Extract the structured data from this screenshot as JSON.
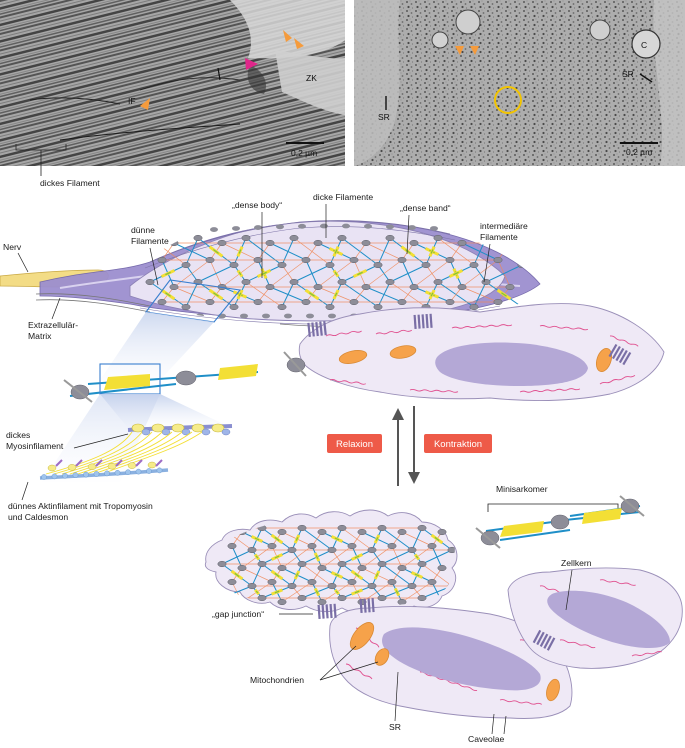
{
  "micrographs": {
    "left": {
      "labels": {
        "zk": "ZK",
        "if": "IF",
        "scale": "0,2 µm"
      }
    },
    "right": {
      "labels": {
        "c": "C",
        "sr_left": "SR",
        "sr_right": "SR",
        "scale": "0,2 µm"
      }
    }
  },
  "labels": {
    "dickes_filament": "dickes Filament",
    "nerv": "Nerv",
    "extrazellulaer_1": "Extrazellulär-",
    "extrazellulaer_2": "Matrix",
    "duenne_fil_1": "dünne",
    "duenne_fil_2": "Filamente",
    "dense_body": "„dense body“",
    "dicke_filamente": "dicke Filamente",
    "dense_band": "„dense band“",
    "intermediaere_1": "intermediäre",
    "intermediaere_2": "Filamente",
    "dickes_myosin_1": "dickes",
    "dickes_myosin_2": "Myosinfilament",
    "duennes_aktin_1": "dünnes Aktinfilament mit Tropomyosin",
    "duennes_aktin_2": "und Caldesmon",
    "minisarkomer": "Minisarkomer",
    "zellkern": "Zellkern",
    "gap_junction": "„gap junction“",
    "mitochondrien": "Mitochondrien",
    "sr": "SR",
    "caveolae": "Caveolae"
  },
  "states": {
    "relaxion": "Relaxion",
    "kontraktion": "Kontraktion"
  },
  "colors": {
    "cell_fill": "#efe9f6",
    "cell_stroke": "#9a8fb8",
    "top_cell_purple": "#9c8fcf",
    "nucleus": "#b4a8d6",
    "mito_fill": "#f6a24a",
    "sr_pink": "#e0508f",
    "actin_blue": "#1f8fc8",
    "myosin_yellow": "#f3df35",
    "intermediate_orange": "#f08a5a",
    "dense_body_gray": "#8d8d98",
    "nerve_yellow": "#f3dc86",
    "badge_red": "#ee5a48",
    "arrow_gray": "#555555",
    "orange_marker": "#f59b3c",
    "magenta_marker": "#e0268a",
    "yellow_circle": "#f2c400"
  }
}
